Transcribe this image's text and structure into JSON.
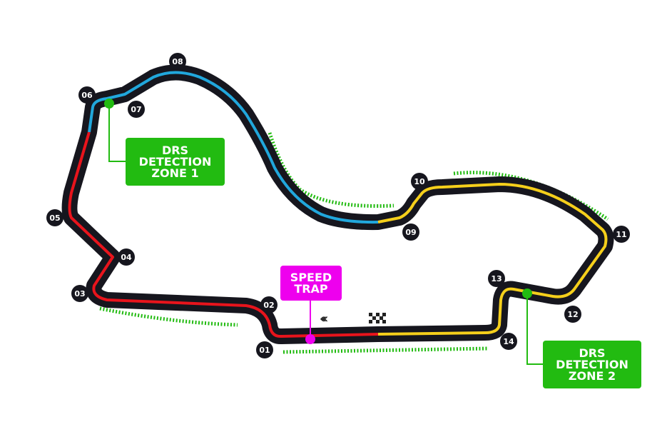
{
  "track": {
    "colors": {
      "track": "#16161e",
      "sector1": "#e8141c",
      "sector2": "#21a7dc",
      "sector3": "#f5cf1b",
      "drs": "#22bb11",
      "speed_trap": "#ee00ee"
    },
    "corners": [
      "01",
      "02",
      "03",
      "04",
      "05",
      "06",
      "07",
      "08",
      "09",
      "10",
      "11",
      "12",
      "13",
      "14"
    ]
  },
  "labels": {
    "drs1": "DRS\nDETECTION\nZONE 1",
    "drs2": "DRS\nDETECTION\nZONE 2",
    "speed_trap": "SPEED\nTRAP"
  },
  "icons": {
    "direction": "direction-chevrons-icon",
    "finish": "checkered-flag-icon"
  }
}
